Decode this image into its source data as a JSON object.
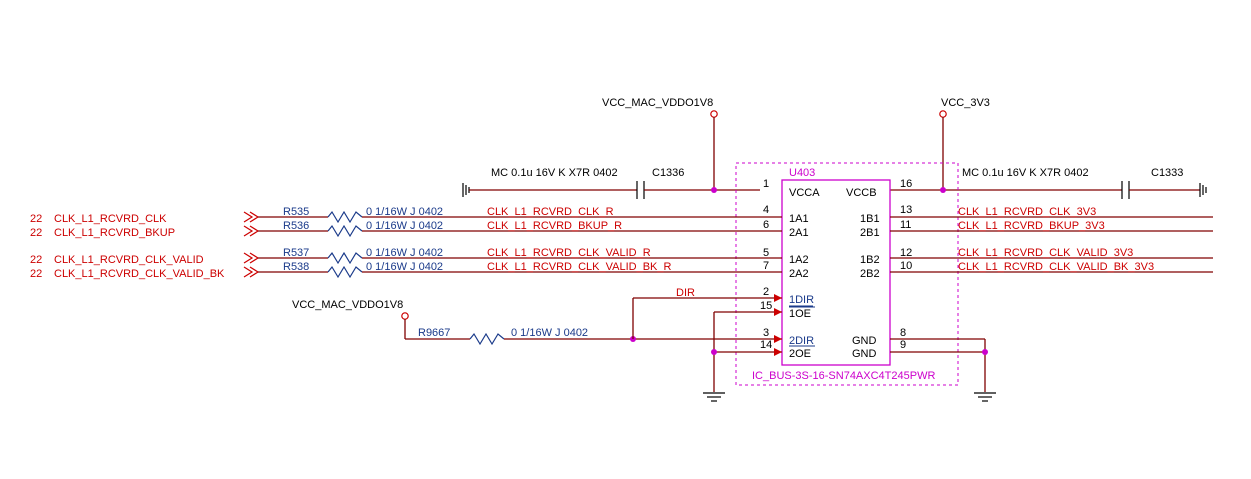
{
  "power": {
    "vdd_top": "VCC_MAC_VDDO1V8",
    "vcc3v3": "VCC_3V3",
    "vdd_left": "VCC_MAC_VDDO1V8"
  },
  "caps": {
    "c1336_value": "MC 0.1u 16V K X7R 0402",
    "c1336_ref": "C1336",
    "c1333_value": "MC 0.1u 16V K X7R 0402",
    "c1333_ref": "C1333"
  },
  "ic": {
    "ref": "U403",
    "part": "IC_BUS-3S-16-SN74AXC4T245PWR",
    "left_pins": [
      {
        "num": "1",
        "name": "VCCA"
      },
      {
        "num": "4",
        "name": "1A1"
      },
      {
        "num": "6",
        "name": "2A1"
      },
      {
        "num": "5",
        "name": "1A2"
      },
      {
        "num": "7",
        "name": "2A2"
      },
      {
        "num": "2",
        "name": "1DIR"
      },
      {
        "num": "15",
        "name": "1OE"
      },
      {
        "num": "3",
        "name": "2DIR"
      },
      {
        "num": "14",
        "name": "2OE"
      }
    ],
    "right_pins": [
      {
        "num": "16",
        "name": "VCCB"
      },
      {
        "num": "13",
        "name": "1B1"
      },
      {
        "num": "11",
        "name": "2B1"
      },
      {
        "num": "12",
        "name": "1B2"
      },
      {
        "num": "10",
        "name": "2B2"
      },
      {
        "num": "8",
        "name": "GND"
      },
      {
        "num": "9",
        "name": "GND"
      }
    ]
  },
  "left_ports": [
    {
      "page": "22",
      "net": "CLK_L1_RCVRD_CLK"
    },
    {
      "page": "22",
      "net": "CLK_L1_RCVRD_BKUP"
    },
    {
      "page": "22",
      "net": "CLK_L1_RCVRD_CLK_VALID"
    },
    {
      "page": "22",
      "net": "CLK_L1_RCVRD_CLK_VALID_BK"
    }
  ],
  "resistors": [
    {
      "ref": "R535",
      "value": "0 1/16W J 0402"
    },
    {
      "ref": "R536",
      "value": "0 1/16W J 0402"
    },
    {
      "ref": "R537",
      "value": "0 1/16W J 0402"
    },
    {
      "ref": "R538",
      "value": "0 1/16W J 0402"
    },
    {
      "ref": "R9667",
      "value": "0 1/16W J 0402"
    }
  ],
  "a_nets": [
    "CLK_L1_RCVRD_CLK_R",
    "CLK_L1_RCVRD_BKUP_R",
    "CLK_L1_RCVRD_CLK_VALID_R",
    "CLK_L1_RCVRD_CLK_VALID_BK_R"
  ],
  "b_nets": [
    "CLK_L1_RCVRD_CLK_3V3",
    "CLK_L1_RCVRD_BKUP_3V3",
    "CLK_L1_RCVRD_CLK_VALID_3V3",
    "CLK_L1_RCVRD_CLK_VALID_BK_3V3"
  ],
  "dir_net": "DIR"
}
